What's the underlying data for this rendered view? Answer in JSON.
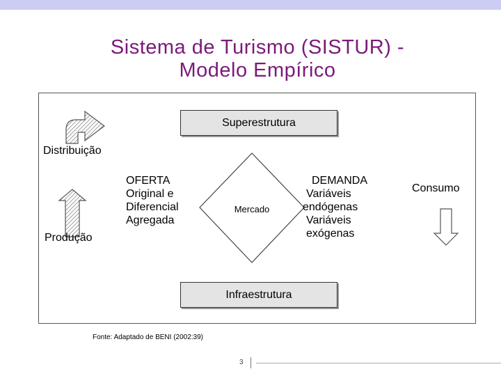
{
  "title": {
    "line1": "Sistema de Turismo (SISTUR) -",
    "line2": "Modelo Empírico"
  },
  "diagram": {
    "superestrutura": "Superestrutura",
    "infraestrutura": "Infraestrutura",
    "distribuicao": "Distribuição",
    "producao": "Produção",
    "consumo": "Consumo",
    "mercado": "Mercado",
    "oferta": [
      "OFERTA",
      "Original e",
      "Diferencial",
      "Agregada"
    ],
    "demanda": [
      "DEMANDA",
      "Variáveis",
      "endógenas",
      "Variáveis",
      "exógenas"
    ]
  },
  "footer": {
    "source": "Fonte: Adaptado de BENI (2002:39)",
    "page_number": "3"
  },
  "colors": {
    "title": "#7a1a7a",
    "top_bar": "#ccccf5",
    "box_fill": "#e4e4e4"
  }
}
